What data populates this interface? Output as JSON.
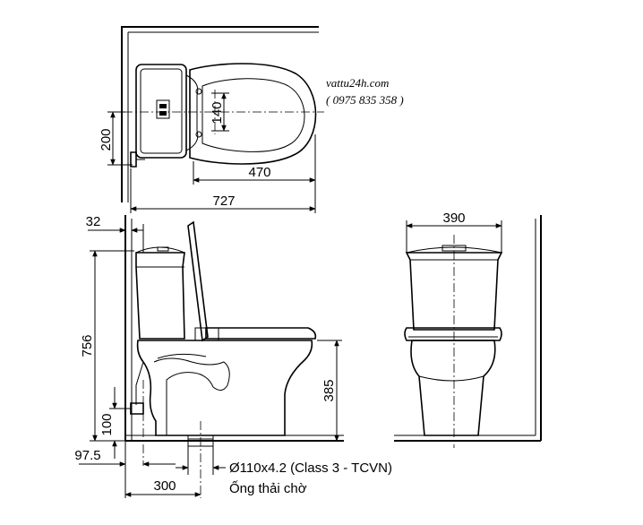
{
  "watermark": {
    "site": "vattu24h.com",
    "phone": "( 0975 835 358 )"
  },
  "top_view": {
    "dim_depth": "200",
    "dim_pipe": "140",
    "dim_seat": "470",
    "dim_total": "727"
  },
  "side_view": {
    "dim_wall_gap": "32",
    "dim_height": "756",
    "dim_inlet": "100",
    "dim_seat_height": "385",
    "dim_floor_offset": "97.5",
    "dim_rough_in": "300"
  },
  "front_view": {
    "dim_width": "390"
  },
  "notes": {
    "pipe_spec": "Ø110x4.2 (Class 3 - TCVN)",
    "pipe_label": "Ống thải chờ"
  }
}
